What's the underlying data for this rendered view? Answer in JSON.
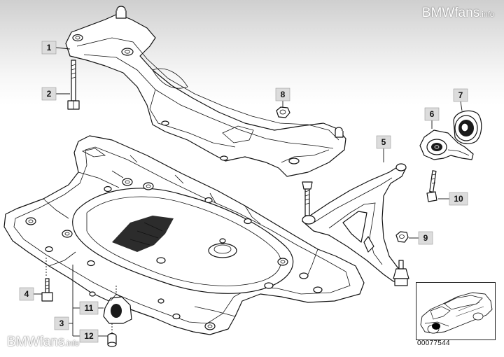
{
  "watermark": {
    "brand": "BMWfans",
    "tld": ".info"
  },
  "reference_number": "00077544",
  "callouts": [
    {
      "id": "1",
      "label": "1",
      "part": "front-axle-carrier"
    },
    {
      "id": "2",
      "label": "2",
      "part": "hex-bolt"
    },
    {
      "id": "3",
      "label": "3",
      "part": "support-group"
    },
    {
      "id": "4",
      "label": "4",
      "part": "screw"
    },
    {
      "id": "5",
      "label": "5",
      "part": "wishbone"
    },
    {
      "id": "6",
      "label": "6",
      "part": "rubber-mount-bracket"
    },
    {
      "id": "7",
      "label": "7",
      "part": "rubber-mounting"
    },
    {
      "id": "8",
      "label": "8",
      "part": "hex-nut"
    },
    {
      "id": "9",
      "label": "9",
      "part": "self-locking-nut"
    },
    {
      "id": "10",
      "label": "10",
      "part": "hex-bolt"
    },
    {
      "id": "11",
      "label": "11",
      "part": "rubber-bearing"
    },
    {
      "id": "12",
      "label": "12",
      "part": "bolt"
    }
  ]
}
